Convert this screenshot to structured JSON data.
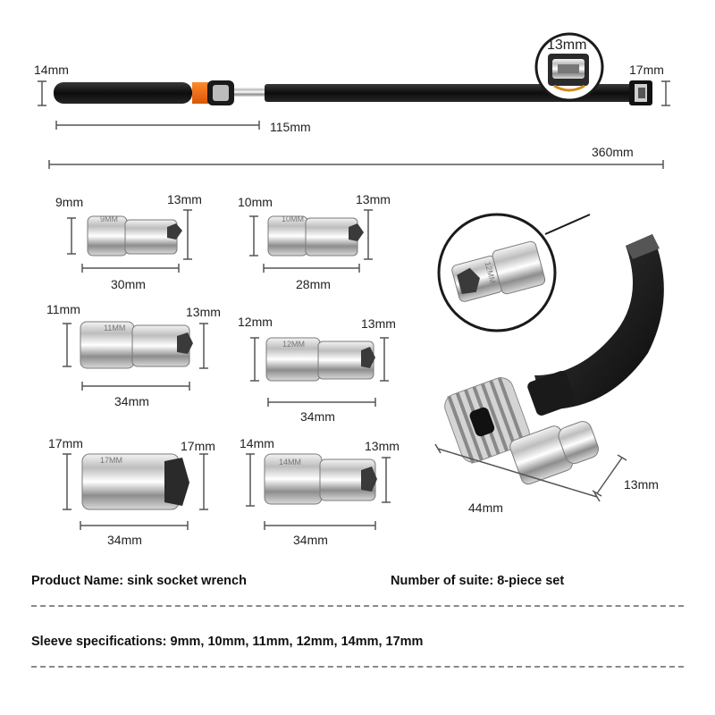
{
  "wrench": {
    "handle_dia": "14mm",
    "end_dia": "17mm",
    "head_socket": "13mm",
    "handle_len": "115mm",
    "total_len": "360mm"
  },
  "sockets": [
    {
      "left_dim": "9mm",
      "right_dim": "13mm",
      "length": "30mm",
      "stamp": "9MM"
    },
    {
      "left_dim": "10mm",
      "right_dim": "13mm",
      "length": "28mm",
      "stamp": "10MM"
    },
    {
      "left_dim": "11mm",
      "right_dim": "13mm",
      "length": "34mm",
      "stamp": "11MM"
    },
    {
      "left_dim": "12mm",
      "right_dim": "13mm",
      "length": "34mm",
      "stamp": "12MM"
    },
    {
      "left_dim": "17mm",
      "right_dim": "17mm",
      "length": "34mm",
      "stamp": "17MM"
    },
    {
      "left_dim": "14mm",
      "right_dim": "13mm",
      "length": "34mm",
      "stamp": "14MM"
    }
  ],
  "head_detail": {
    "length": "44mm",
    "width": "13mm",
    "stamp": "12MM"
  },
  "specs": {
    "product_name": "Product Name: sink socket wrench",
    "suite": "Number of suite: 8-piece set",
    "sleeves": "Sleeve specifications: 9mm, 10mm, 11mm, 12mm, 14mm, 17mm"
  }
}
